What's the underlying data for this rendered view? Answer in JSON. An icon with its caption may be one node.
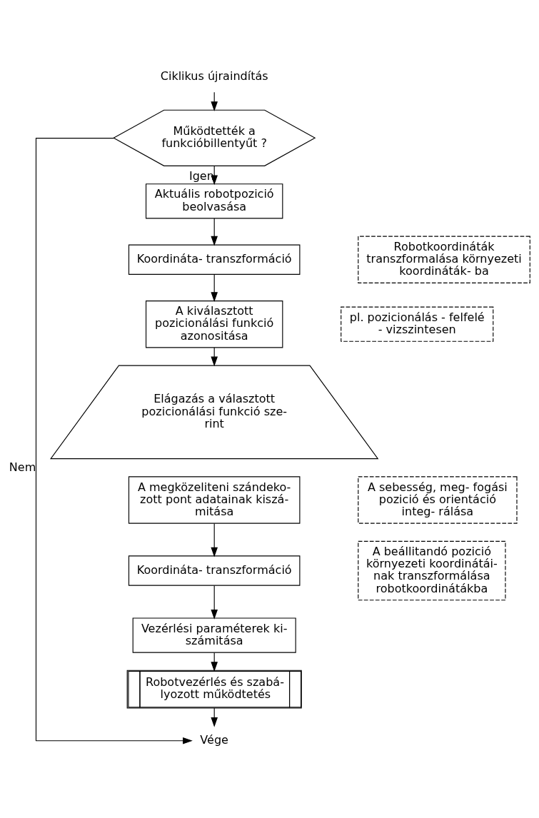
{
  "diagram": {
    "nodes": [
      {
        "text": [
          "Ciklikus újraindítás"
        ]
      },
      {
        "text": [
          "Működtették a funkcióbillentyűt ?"
        ]
      },
      {
        "text": [
          "Aktuális robotpozició beolvasása"
        ]
      },
      {
        "text": [
          "Koordináta- transzformáció"
        ]
      },
      {
        "text": [
          "A kiválasztott pozicionálási funkció azonositása"
        ]
      },
      {
        "text": [
          "Elágazás a választott pozicionálási funkció sze- rint"
        ]
      },
      {
        "text": [
          "A megközeliteni szándeko- zott pont adatainak kiszá- mitása"
        ]
      },
      {
        "text": [
          "Koordináta- transzformáció"
        ]
      },
      {
        "text": [
          "Vezérlési paraméterek ki- számitása"
        ]
      },
      {
        "text": [
          "Robotvezérlés és szabá- lyozott működtetés"
        ]
      },
      {
        "text": [
          "Vége"
        ]
      },
      {
        "text": [
          "Robotkoordináták transzformalása környezeti koordináták- ba"
        ]
      },
      {
        "text": [
          "pl. pozicionálás - felfelé - vizszintesen"
        ]
      },
      {
        "text": [
          "A sebesség, meg- fogási pozició és orientáció integ- rálása"
        ]
      },
      {
        "text": [
          "A beállitandó pozició környezeti koordinátái- nak transzformálása robotkoordinátákba"
        ]
      }
    ],
    "edges": [
      {
        "from": 0,
        "to": 1,
        "arrow": "to"
      },
      {
        "from": 1,
        "to": 2,
        "arrow": "to",
        "label": "Igen"
      },
      {
        "from": 2,
        "to": 3,
        "arrow": "to"
      },
      {
        "from": 3,
        "to": 4,
        "arrow": "to"
      },
      {
        "from": 4,
        "to": 5,
        "arrow": "to"
      },
      {
        "from": 6,
        "to": 7,
        "arrow": "to"
      },
      {
        "from": 7,
        "to": 8,
        "arrow": "to"
      },
      {
        "from": 8,
        "to": 9,
        "arrow": "to"
      },
      {
        "from": 9,
        "to": 10,
        "arrow": "to"
      },
      {
        "from": 1,
        "to": 10,
        "arrow": "to",
        "label": "Nem"
      }
    ]
  }
}
